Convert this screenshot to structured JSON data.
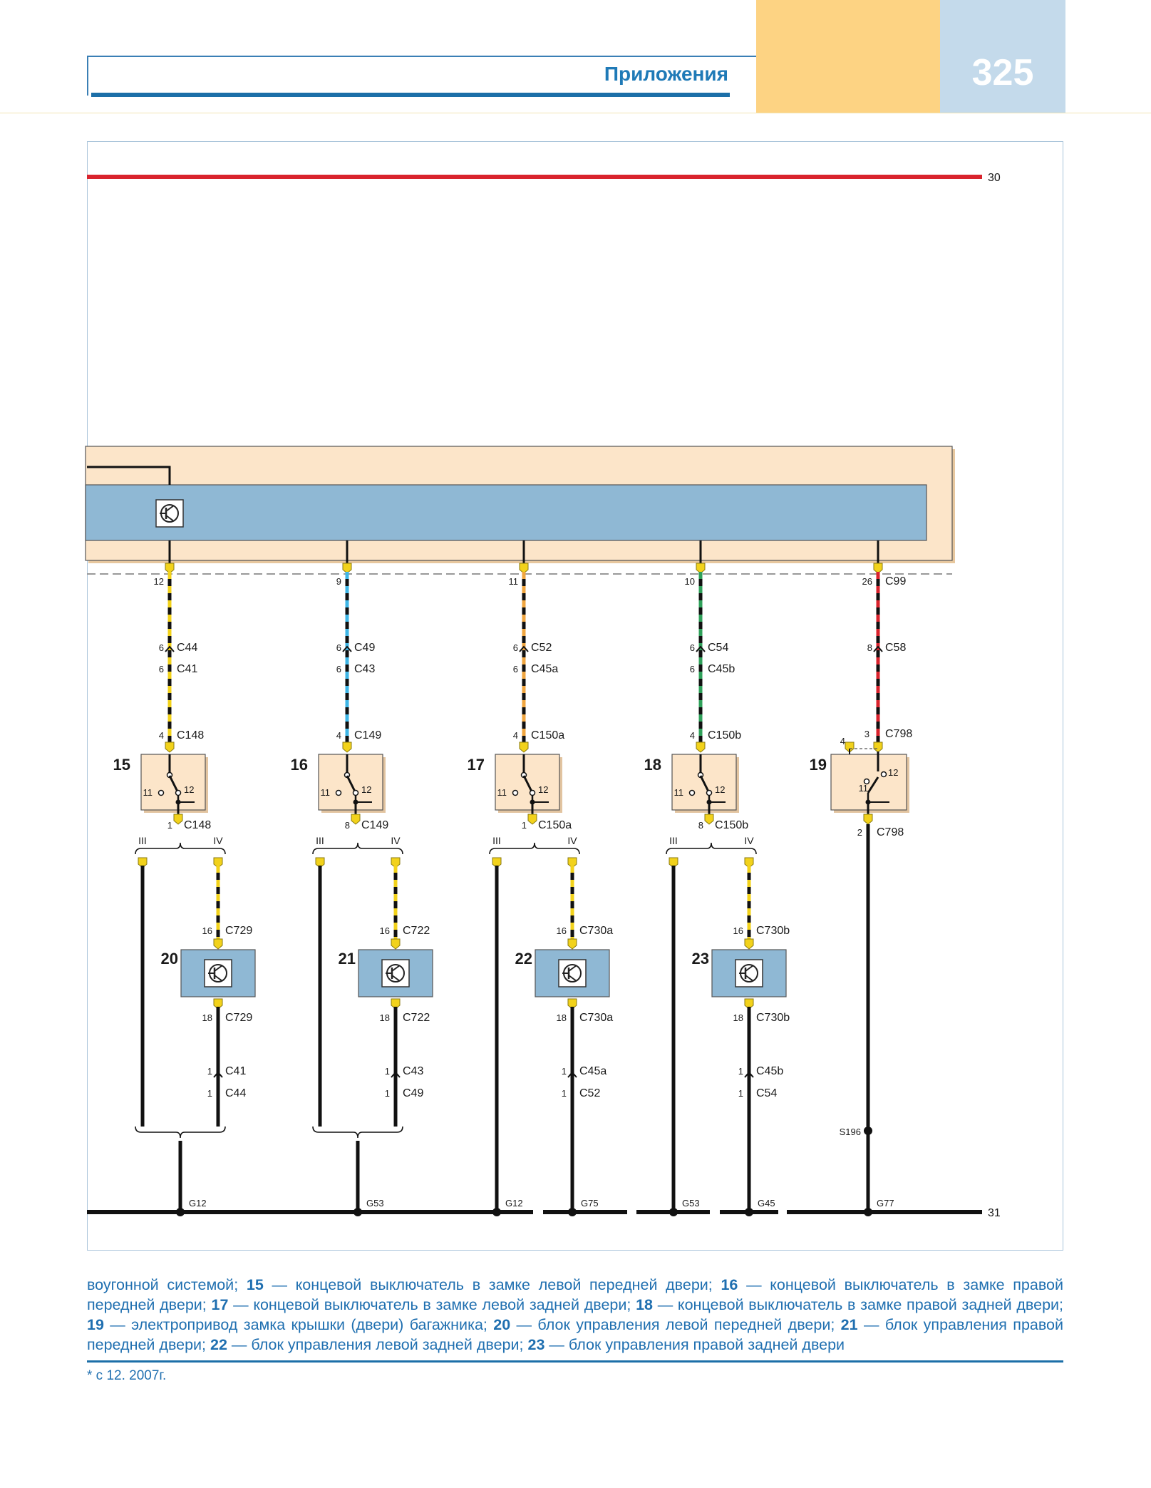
{
  "header": {
    "section_title": "Приложения",
    "page_number": "325"
  },
  "diagram": {
    "power_label": "30",
    "ground_label": "31",
    "switches": [
      {
        "number": "15",
        "top_connector": "C148",
        "top_pin": "4",
        "bottom_connector": "C148",
        "bottom_pin": "1",
        "module_pin": "12",
        "mid_connector_1": "C44",
        "mid_pin_1": "6",
        "mid_connector_2": "C41",
        "mid_pin_2": "6",
        "wire_color": "#f2d21b"
      },
      {
        "number": "16",
        "top_connector": "C149",
        "top_pin": "4",
        "bottom_connector": "C149",
        "bottom_pin": "8",
        "module_pin": "9",
        "mid_connector_1": "C49",
        "mid_pin_1": "6",
        "mid_connector_2": "C43",
        "mid_pin_2": "6",
        "wire_color": "#3fb6e6"
      },
      {
        "number": "17",
        "top_connector": "C150a",
        "top_pin": "4",
        "bottom_connector": "C150a",
        "bottom_pin": "1",
        "module_pin": "11",
        "mid_connector_1": "C52",
        "mid_pin_1": "6",
        "mid_connector_2": "C45a",
        "mid_pin_2": "6",
        "wire_color": "#f0a640"
      },
      {
        "number": "18",
        "top_connector": "C150b",
        "top_pin": "4",
        "bottom_connector": "C150b",
        "bottom_pin": "8",
        "module_pin": "10",
        "mid_connector_1": "C54",
        "mid_pin_1": "6",
        "mid_connector_2": "C45b",
        "mid_pin_2": "6",
        "wire_color": "#2fa05a"
      }
    ],
    "switch_pins": {
      "nc": "11",
      "no": "12"
    },
    "actuator": {
      "number": "19",
      "module_connector": "C99",
      "module_pin": "26",
      "mid_connector": "C58",
      "mid_pin": "8",
      "top_connector": "C798",
      "top_pin": "3",
      "side_pin": "4",
      "inner_pin_1": "11",
      "inner_pin_2": "12",
      "bottom_connector": "C798",
      "bottom_pin": "2",
      "splice": "S196",
      "ground": "G77",
      "wire_color": "#d9232d"
    },
    "roman_labels": [
      "III",
      "IV"
    ],
    "control_units": [
      {
        "number": "20",
        "top_connector": "C729",
        "top_pin": "16",
        "bottom_connector": "C729",
        "bottom_pin": "18",
        "lower_connector_1": "C41",
        "lower_pin_1": "1",
        "lower_connector_2": "C44",
        "lower_pin_2": "1"
      },
      {
        "number": "21",
        "top_connector": "C722",
        "top_pin": "16",
        "bottom_connector": "C722",
        "bottom_pin": "18",
        "lower_connector_1": "C43",
        "lower_pin_1": "1",
        "lower_connector_2": "C49",
        "lower_pin_2": "1"
      },
      {
        "number": "22",
        "top_connector": "C730a",
        "top_pin": "16",
        "bottom_connector": "C730a",
        "bottom_pin": "18",
        "lower_connector_1": "C45a",
        "lower_pin_1": "1",
        "lower_connector_2": "C52",
        "lower_pin_2": "1"
      },
      {
        "number": "23",
        "top_connector": "C730b",
        "top_pin": "16",
        "bottom_connector": "C730b",
        "bottom_pin": "18",
        "lower_connector_1": "C45b",
        "lower_pin_1": "1",
        "lower_connector_2": "C54",
        "lower_pin_2": "1"
      }
    ],
    "grounds": [
      "G12",
      "G53",
      "G12",
      "G75",
      "G53",
      "G45",
      "G77"
    ]
  },
  "caption": {
    "parts": [
      {
        "t": "воугонной системой; ",
        "b": false
      },
      {
        "t": "15",
        "b": true
      },
      {
        "t": " — концевой выключатель в замке левой передней двери; ",
        "b": false
      },
      {
        "t": "16",
        "b": true
      },
      {
        "t": " — концевой выключатель в замке правой передней двери; ",
        "b": false
      },
      {
        "t": "17",
        "b": true
      },
      {
        "t": " — концевой выключатель в замке левой задней двери; ",
        "b": false
      },
      {
        "t": "18",
        "b": true
      },
      {
        "t": " — концевой выключатель в замке правой задней двери; ",
        "b": false
      },
      {
        "t": "19",
        "b": true
      },
      {
        "t": " — электропривод замка крышки (двери) багажника; ",
        "b": false
      },
      {
        "t": "20",
        "b": true
      },
      {
        "t": " — блок управления левой передней двери; ",
        "b": false
      },
      {
        "t": "21",
        "b": true
      },
      {
        "t": " — блок управления правой передней двери; ",
        "b": false
      },
      {
        "t": "22",
        "b": true
      },
      {
        "t": " — блок управления левой задней двери; ",
        "b": false
      },
      {
        "t": "23",
        "b": true
      },
      {
        "t": " — блок управления правой задней двери",
        "b": false
      }
    ]
  },
  "footnote": "* с 12. 2007г.",
  "colors": {
    "accent_blue": "#1f6fb0",
    "header_orange": "#fdd383",
    "header_blue": "#c4daeb",
    "module_fill": "#8fb8d4",
    "housing_fill": "#fce5c9",
    "power_wire": "#d9232d"
  }
}
